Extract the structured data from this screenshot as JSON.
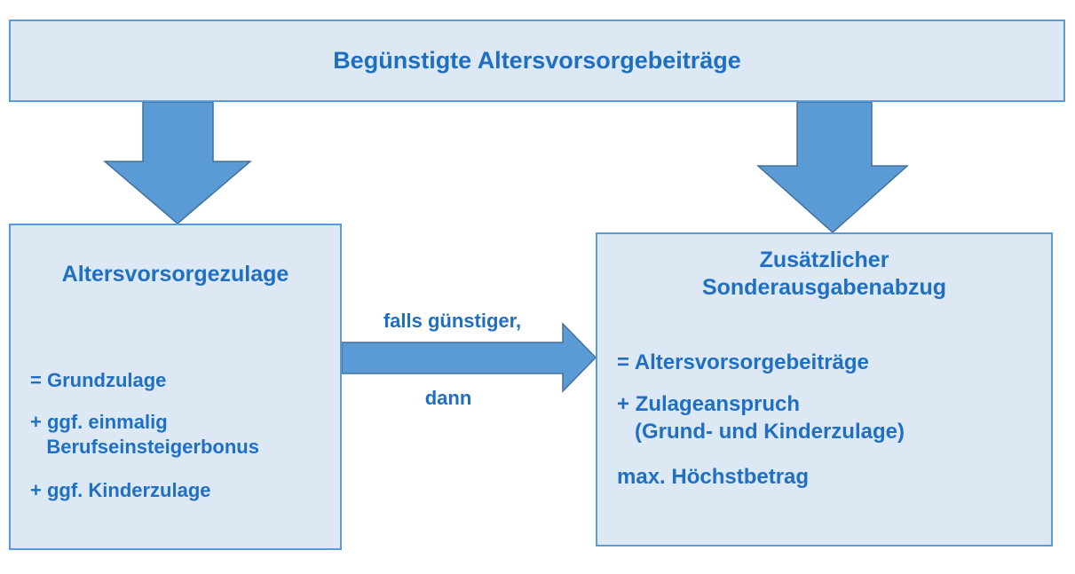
{
  "top": {
    "title": "Begünstigte Altersvorsorgebeiträge"
  },
  "left": {
    "title": "Altersvorsorgezulage",
    "items": [
      "= Grundzulage",
      "+ ggf. einmalig",
      "   Berufseinsteigerbonus",
      "+ ggf. Kinderzulage"
    ]
  },
  "middle": {
    "label_top": "falls günstiger,",
    "label_bottom": "dann"
  },
  "right": {
    "title_line1": "Zusätzlicher",
    "title_line2": "Sonderausgabenabzug",
    "items": [
      "= Altersvorsorgebeiträge",
      "+ Zulageanspruch",
      "   (Grund- und Kinderzulage)",
      "max. Höchstbetrag"
    ]
  },
  "colors": {
    "box_fill": "#dce8f4",
    "box_border": "#5b9bd5",
    "arrow_fill": "#5b9bd5",
    "arrow_stroke": "#41719c",
    "text": "#1f6fc3"
  }
}
